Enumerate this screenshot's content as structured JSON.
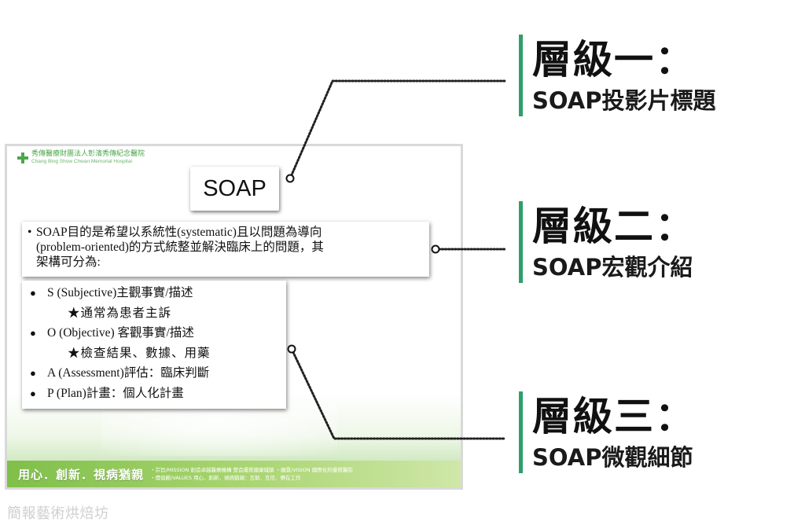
{
  "slide": {
    "hospital_name_cn": "秀傳醫療財團法人彰濱秀傳紀念醫院",
    "hospital_name_en": "Chang Bing Show Chwan Memorial Hospital",
    "title": "SOAP",
    "intro_bullet": "•",
    "intro_lines": [
      "SOAP目的是希望以系統性(systematic)且以問題為導向",
      "(problem-oriented)的方式統整並解決臨床上的問題，其",
      "架構可分為:"
    ],
    "items": [
      {
        "label": "S (Subjective)主觀事實/描述",
        "sub": "★通常為患者主訴"
      },
      {
        "label": "O (Objective) 客觀事實/描述",
        "sub": "★檢查結果、數據、用藥"
      },
      {
        "label": "A (Assessment)評估：臨床判斷"
      },
      {
        "label": "P (Plan)計畫：個人化計畫"
      }
    ],
    "footer_motto": "用心．創新．視病猶親",
    "footer_line1": "・宗旨/MISSION 創造卓越醫療機構 營造優質健康城鎮 ・願景/VISION 國際化的優質醫院",
    "footer_line2": "・價值觀/VALUES 用心．創新．視病猶親：互助．互信．樂在工作"
  },
  "watermark": "簡報藝術烘焙坊",
  "levels": [
    {
      "title": "層級一：",
      "subtitle": "SOAP投影片標題"
    },
    {
      "title": "層級二：",
      "subtitle": "SOAP宏觀介紹"
    },
    {
      "title": "層級三：",
      "subtitle": "SOAP微觀細節"
    }
  ],
  "colors": {
    "accent_bar": "#2e9e6b",
    "footer_green": "#8cc65a",
    "hospital_green": "#4aa84a"
  }
}
